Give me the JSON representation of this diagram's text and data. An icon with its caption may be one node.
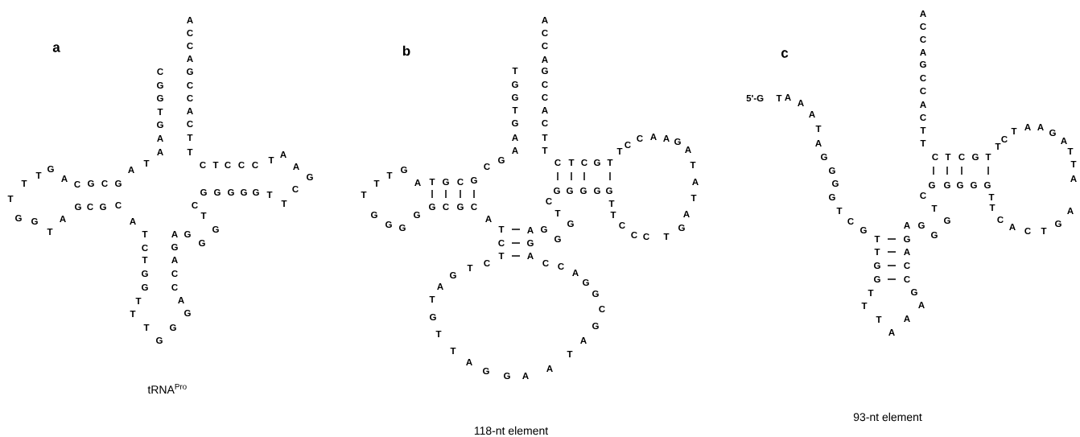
{
  "diagram": {
    "labels": [
      "a",
      "C",
      "G",
      "G",
      "T",
      "G",
      "A",
      "A",
      "A",
      "C",
      "C",
      "A",
      "G",
      "C",
      "C",
      "A",
      "C",
      "T",
      "T",
      "T",
      "T",
      "G",
      "A",
      "C",
      "G",
      "C",
      "G",
      "A",
      "T",
      "T",
      "G",
      "G",
      "T",
      "A",
      "G",
      "C",
      "G",
      "C",
      "A",
      "C",
      "T",
      "G",
      "C",
      "T",
      "C",
      "C",
      "C",
      "T",
      "A",
      "A",
      "G",
      "C",
      "G",
      "G",
      "G",
      "G",
      "G",
      "T",
      "T",
      "A",
      "G",
      "G",
      "T",
      "C",
      "T",
      "G",
      "G",
      "T",
      "T",
      "T",
      "G",
      "G",
      "A",
      "C",
      "C",
      "A",
      "G",
      "G",
      "tRNA$^{Pro}$",
      "b",
      "T",
      "G",
      "G",
      "T",
      "G",
      "A",
      "A",
      "A",
      "C",
      "C",
      "A",
      "G",
      "C",
      "C",
      "A",
      "C",
      "T",
      "T",
      "G",
      "C",
      "T",
      "T",
      "G",
      "A",
      "T",
      "G",
      "C",
      "G",
      "T",
      "G",
      "G",
      "G",
      "G",
      "G",
      "C",
      "G",
      "C",
      "A",
      "T",
      "A",
      "G",
      "G",
      "G",
      "C",
      "G",
      "T",
      "A",
      "C",
      "T",
      "G",
      "A",
      "T",
      "G",
      "T",
      "T",
      "A",
      "G",
      "G",
      "A",
      "A",
      "T",
      "A",
      "G",
      "C",
      "G",
      "G",
      "A",
      "C",
      "C",
      "C",
      "T",
      "C",
      "T",
      "C",
      "G",
      "T",
      "G",
      "G",
      "G",
      "G",
      "G",
      "T",
      "T",
      "C",
      "C",
      "C",
      "T",
      "G",
      "A",
      "T",
      "C",
      "C",
      "A",
      "A",
      "G",
      "A",
      "T",
      "A",
      "T",
      "118-nt element",
      "c",
      "5'-G",
      "T",
      "A",
      "A",
      "A",
      "T",
      "A",
      "G",
      "G",
      "G",
      "G",
      "T",
      "C",
      "G",
      "T",
      "G",
      "T",
      "A",
      "G",
      "C",
      "G",
      "C",
      "T",
      "T",
      "T",
      "A",
      "A",
      "A",
      "G",
      "A",
      "G",
      "G",
      "G",
      "C",
      "T",
      "A",
      "C",
      "C",
      "A",
      "G",
      "C",
      "C",
      "A",
      "C",
      "T",
      "T",
      "C",
      "T",
      "C",
      "G",
      "T",
      "G",
      "G",
      "G",
      "G",
      "G",
      "T",
      "T",
      "C",
      "A",
      "C",
      "T",
      "G",
      "A",
      "T",
      "C",
      "T",
      "A",
      "A",
      "G",
      "A",
      "T",
      "T",
      "A",
      "93-nt element"
    ]
  }
}
